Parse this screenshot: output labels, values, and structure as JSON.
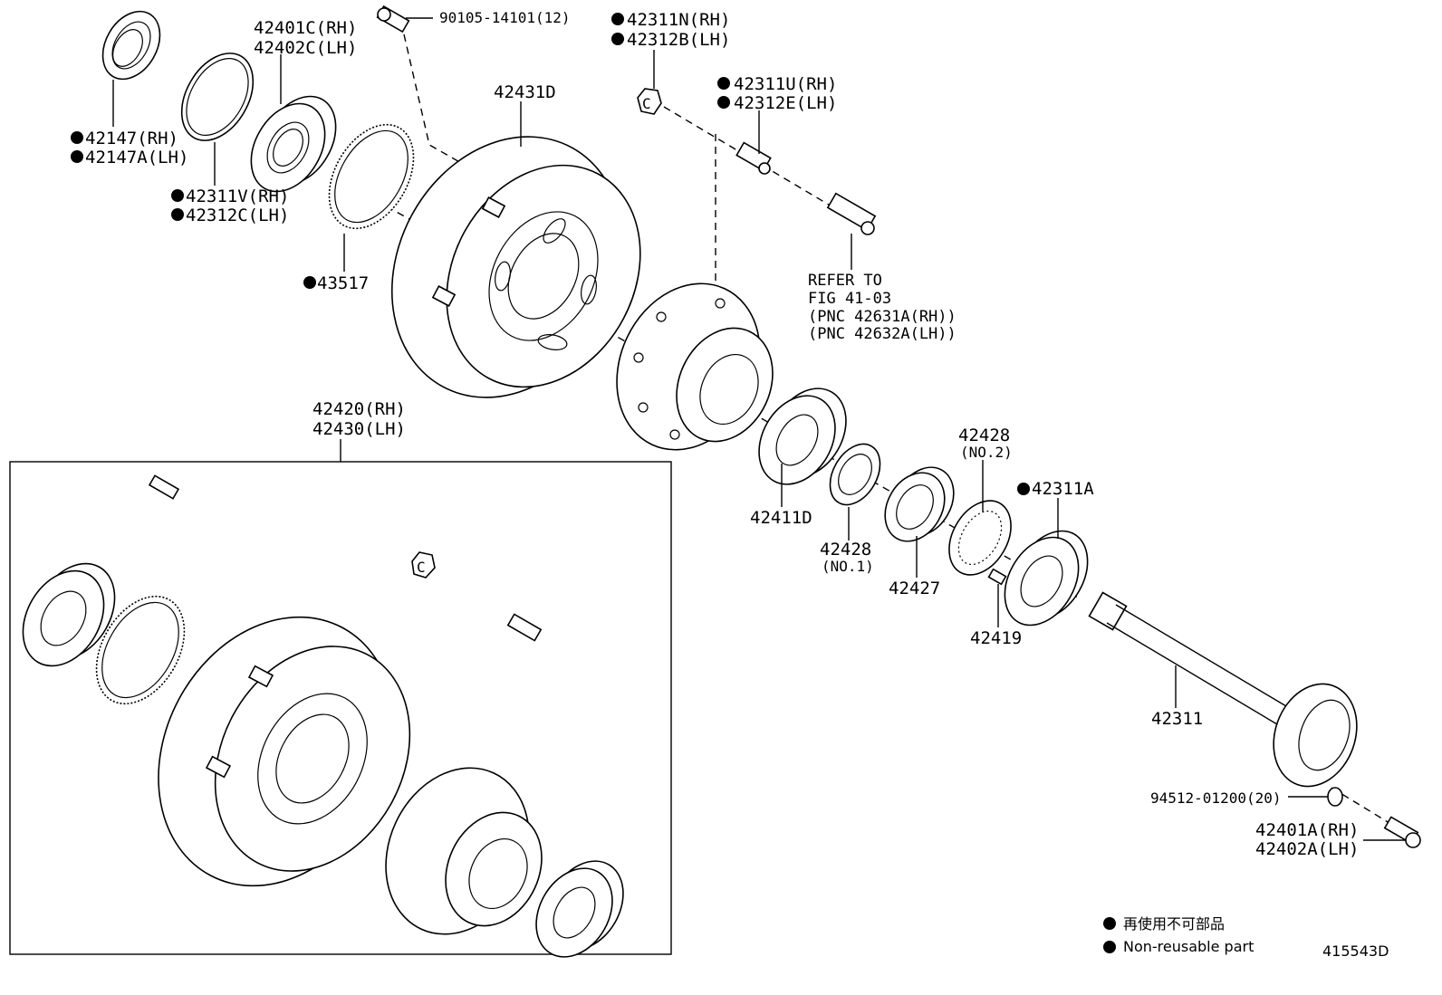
{
  "labels": {
    "p90105": "90105-14101(12)",
    "p42311N": "42311N(RH)",
    "p42312B": "42312B(LH)",
    "p42401C": "42401C(RH)",
    "p42402C": "42402C(LH)",
    "p42431D": "42431D",
    "p42311U": "42311U(RH)",
    "p42312E": "42312E(LH)",
    "p42147": "42147(RH)",
    "p42147A": "42147A(LH)",
    "p42311V": "42311V(RH)",
    "p42312C": "42312C(LH)",
    "p43517": "43517",
    "ref1": "REFER TO",
    "ref2": "FIG 41-03",
    "ref3": "(PNC 42631A(RH))",
    "ref4": "(PNC 42632A(LH))",
    "p42420": "42420(RH)",
    "p42430": "42430(LH)",
    "p42428_2": "42428",
    "p42428_2sub": "(NO.2)",
    "p42311A": "42311A",
    "p42411D": "42411D",
    "p42428_1": "42428",
    "p42428_1sub": "(NO.1)",
    "p42427": "42427",
    "p42419": "42419",
    "p42311": "42311",
    "p94512": "94512-01200(20)",
    "p42401A": "42401A(RH)",
    "p42402A": "42402A(LH)"
  },
  "legend": {
    "jp": "再使用不可部品",
    "en": "Non-reusable part"
  },
  "figure_id": "415543D"
}
